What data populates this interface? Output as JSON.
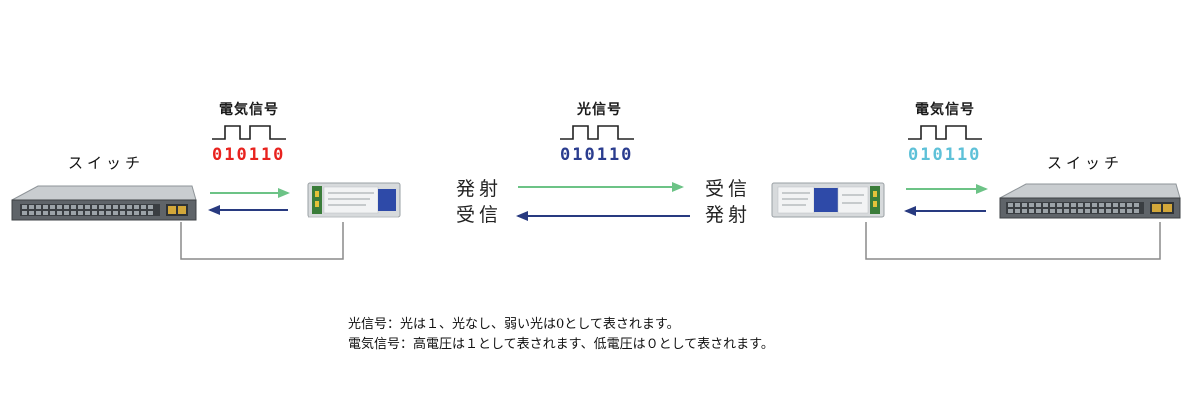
{
  "left_switch": {
    "label": "スイッチ"
  },
  "right_switch": {
    "label": "スイッチ"
  },
  "left_signal": {
    "label": "電気信号",
    "bits": "010110",
    "bits_color": "#e8231f"
  },
  "middle_signal": {
    "label": "光信号",
    "bits": "010110",
    "bits_color": "#2b3d8f"
  },
  "right_signal": {
    "label": "電気信号",
    "bits": "010110",
    "bits_color": "#5ec1d8"
  },
  "left_module": {
    "tx": "発射",
    "rx": "受信"
  },
  "right_module": {
    "rx": "受信",
    "tx": "発射"
  },
  "colors": {
    "forward_arrow": "#6cc386",
    "return_arrow": "#283a80",
    "wire": "#8a8a8a"
  },
  "notes": [
    "光信号：光は１、光なし、弱い光は0として表されます。",
    "電気信号：高電圧は１として表されます、低電圧は０として表されます。"
  ]
}
